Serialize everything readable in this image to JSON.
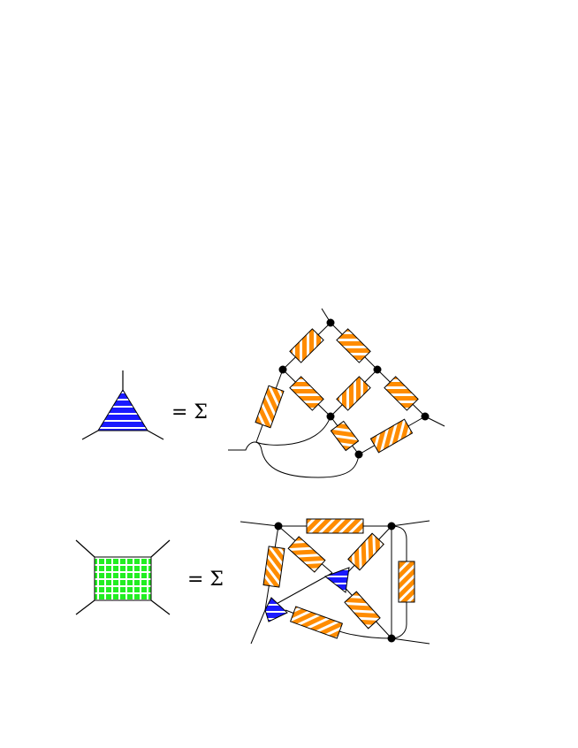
{
  "equations": [
    {
      "lhs": "triangle-vertex",
      "equals_text": "= Σ"
    },
    {
      "lhs": "square-vertex",
      "equals_text": "= Σ"
    }
  ],
  "colors": {
    "vertex_fill": "#1a1aff",
    "vertex_stripe": "#ffffff",
    "grid_fill": "#22ee22",
    "grid_lines": "#ffffff",
    "propagator_fill": "#ff8c00",
    "propagator_stripe": "#ffffff",
    "line": "#000000",
    "node": "#000000"
  }
}
